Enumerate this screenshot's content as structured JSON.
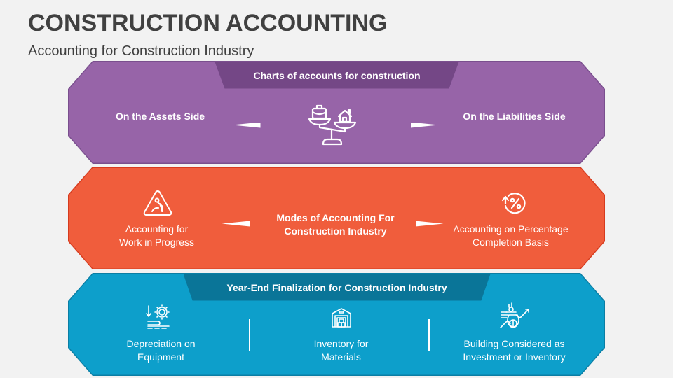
{
  "header": {
    "title": "CONSTRUCTION ACCOUNTING",
    "subtitle": "Accounting for Construction Industry"
  },
  "colors": {
    "purple": "#9764a8",
    "purple_tab": "#744786",
    "orange": "#f05d3c",
    "blue": "#0d9fcb",
    "blue_tab": "#0a7598",
    "title_text": "#404040"
  },
  "section1": {
    "tab_label": "Charts of accounts for construction",
    "left_label": "On the Assets Side",
    "right_label": "On the Liabilities Side",
    "icon": "balance-scale-icon"
  },
  "section2": {
    "center_line1": "Modes of Accounting For",
    "center_line2": "Construction Industry",
    "left_line1": "Accounting for",
    "left_line2": "Work in Progress",
    "left_icon": "construction-worker-warning-icon",
    "right_line1": "Accounting on Percentage",
    "right_line2": "Completion Basis",
    "right_icon": "percentage-cycle-icon"
  },
  "section3": {
    "tab_label": "Year-End Finalization for Construction Industry",
    "items": [
      {
        "line1": "Depreciation on",
        "line2": "Equipment",
        "icon": "depreciation-gear-dollar-icon"
      },
      {
        "line1": "Inventory for",
        "line2": "Materials",
        "icon": "warehouse-icon"
      },
      {
        "line1": "Building Considered as",
        "line2": "Investment or Inventory",
        "icon": "investment-money-bag-icon"
      }
    ]
  }
}
